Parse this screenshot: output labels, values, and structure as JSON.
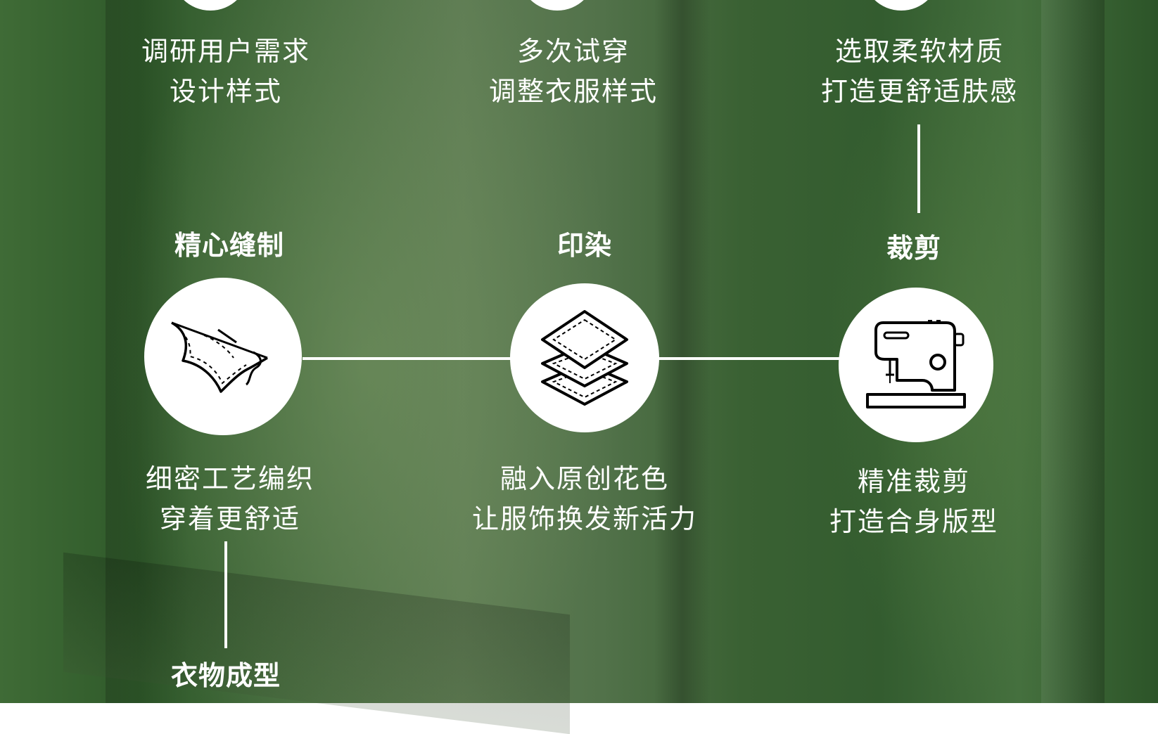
{
  "steps": {
    "top_left": {
      "line1": "调研用户需求",
      "line2": "设计样式"
    },
    "top_center": {
      "line1": "多次试穿",
      "line2": "调整衣服样式"
    },
    "top_right": {
      "line1": "选取柔软材质",
      "line2": "打造更舒适肤感"
    },
    "sewing": {
      "title": "精心缝制",
      "line1": "细密工艺编织",
      "line2": "穿着更舒适",
      "icon": "fabric-stitching-icon"
    },
    "dyeing": {
      "title": "印染",
      "line1": "融入原创花色",
      "line2": "让服饰换发新活力",
      "icon": "layered-fabric-icon"
    },
    "cutting": {
      "title": "裁剪",
      "line1": "精准裁剪",
      "line2": "打造合身版型",
      "icon": "sewing-machine-icon"
    },
    "forming": {
      "title": "衣物成型"
    }
  },
  "colors": {
    "text": "#ffffff",
    "icon_bg": "#ffffff",
    "icon_stroke": "#000000",
    "background": "#3f6b36"
  }
}
